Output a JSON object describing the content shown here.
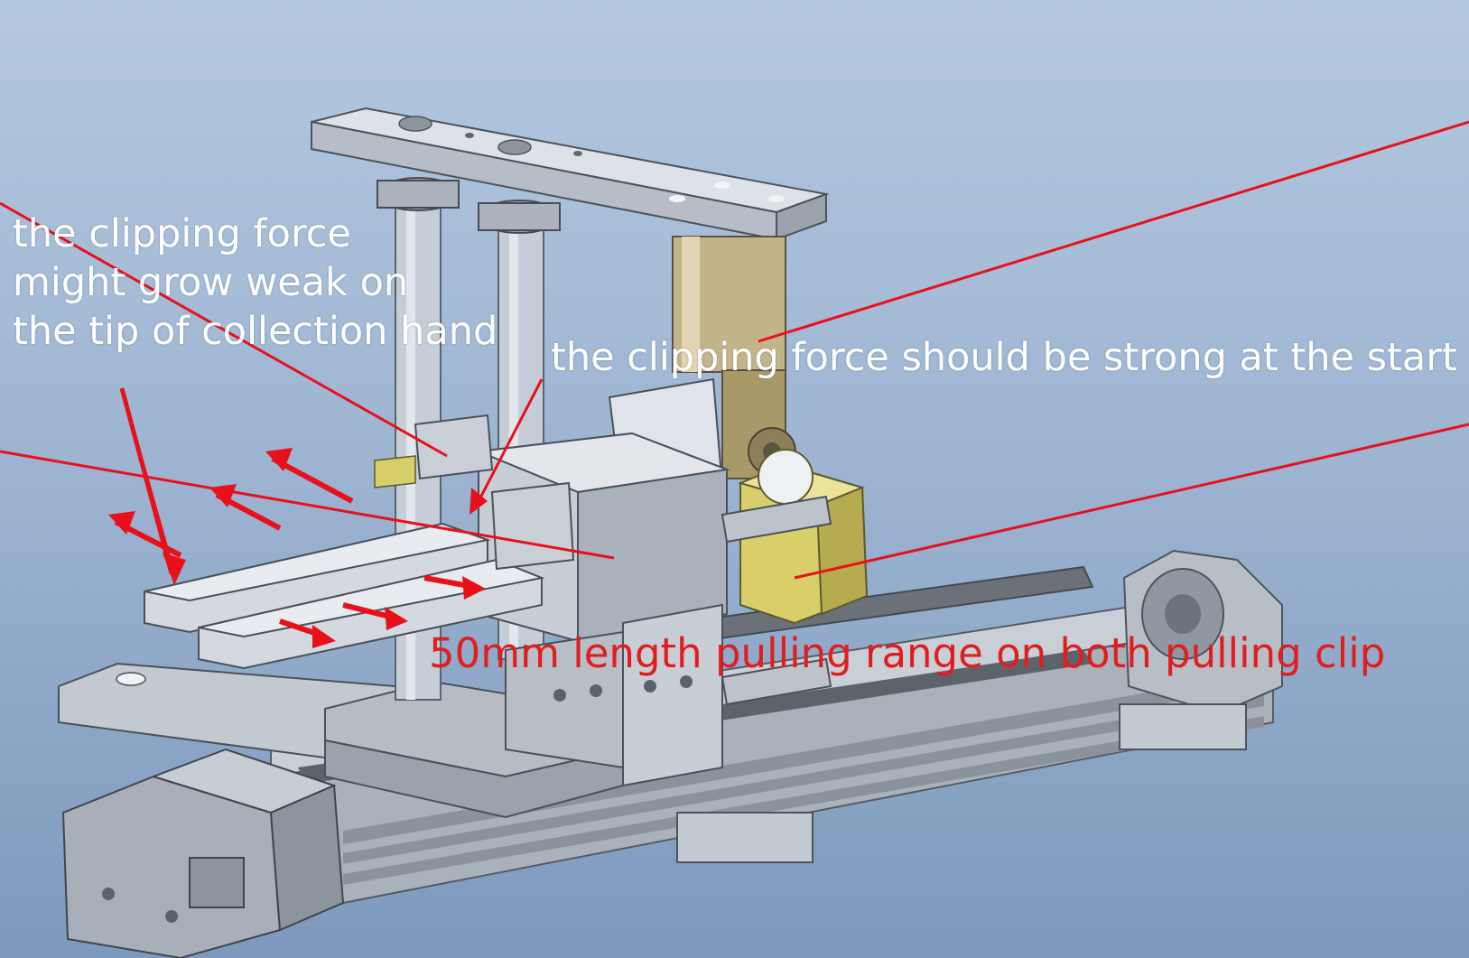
{
  "colors": {
    "annotation_text": "#ffffff",
    "callout_line": "#e8101b",
    "range_text": "#e11d1d",
    "background_top": "#b3c8df",
    "background_bottom": "#7e99bd",
    "metal_light": "#cfd5dc",
    "metal_dark": "#7f8893",
    "cylinder_brass": "#b9a47a",
    "motor_yellow": "#d8cf6a"
  },
  "annotations": {
    "tip_weak": {
      "lines": [
        "the clipping force",
        "might grow weak on",
        "the tip of collection hand"
      ]
    },
    "start_strong": "the clipping force should be strong at the start",
    "pulling_range": "50mm length pulling range  on both pulling clip"
  }
}
